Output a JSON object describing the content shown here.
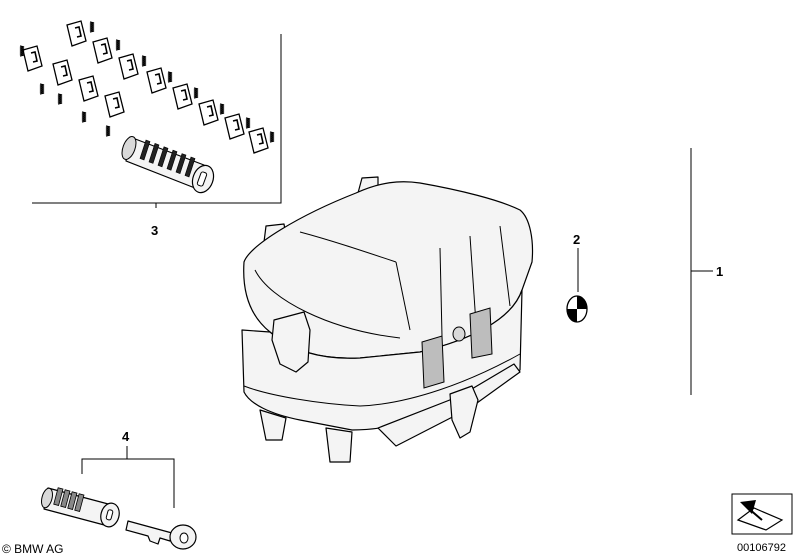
{
  "callouts": {
    "part_1": "1",
    "part_2": "2",
    "part_3": "3",
    "part_4": "4"
  },
  "copyright": "© BMW AG",
  "diagram_id": "00106792"
}
